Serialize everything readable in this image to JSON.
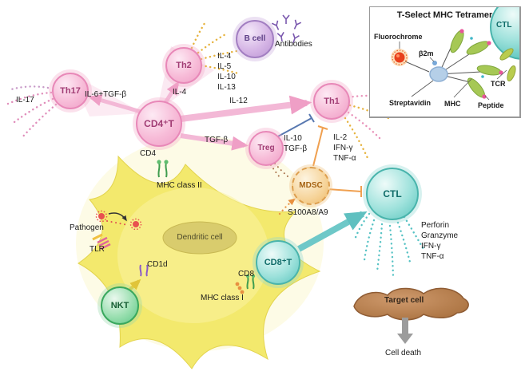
{
  "cells": {
    "b_cell": {
      "label": "B cell"
    },
    "th2": {
      "label": "Th2"
    },
    "th17": {
      "label": "Th17"
    },
    "cd4t": {
      "label": "CD4⁺T"
    },
    "th1": {
      "label": "Th1"
    },
    "treg": {
      "label": "Treg"
    },
    "mdsc": {
      "label": "MDSC"
    },
    "ctl": {
      "label": "CTL"
    },
    "cd8t": {
      "label": "CD8⁺T"
    },
    "nkt": {
      "label": "NKT"
    },
    "dendritic": {
      "label": "Dendritic cell"
    },
    "target": {
      "label": "Target cell"
    }
  },
  "labels": {
    "antibodies": "Antibodies",
    "il17": "IL-17",
    "il6_tgfb": "IL-6+TGF-β",
    "il4": "IL-4",
    "il12": "IL-12",
    "tgfb": "TGF-β",
    "cd4": "CD4",
    "mhc_class_ii": "MHC class II",
    "pathogen": "Pathogen",
    "tlr": "TLR",
    "cd1d": "CD1d",
    "cd8": "CD8",
    "mhc_class_i": "MHC class I",
    "s100a8_a9": "S100A8/A9",
    "cell_death": "Cell death"
  },
  "cytokines": {
    "th2_out": [
      "IL-4",
      "IL-5",
      "IL-10",
      "IL-13"
    ],
    "treg_out": [
      "IL-10",
      "TGF-β"
    ],
    "th1_out": [
      "IL-2",
      "IFN-γ",
      "TNF-α"
    ],
    "ctl_out": [
      "Perforin",
      "Granzyme",
      "IFN-γ",
      "TNF-α"
    ]
  },
  "inset": {
    "title": "T-Select MHC Tetramer",
    "fluorochrome": "Fluorochrome",
    "b2m": "β2m",
    "ctl": "CTL",
    "streptavidin": "Streptavidin",
    "mhc": "MHC",
    "tcr": "TCR",
    "peptide": "Peptide"
  },
  "colors": {
    "t_cell_pink": "#f4a9cc",
    "cytotoxic_teal": "#63c8c0",
    "nkt_green": "#5ec886",
    "b_cell_purple": "#bb94d4",
    "mdsc_orange": "#eeb96a",
    "dendritic_yellow": "#f3e96d",
    "target_brown": "#b07a50",
    "inhibit_orange": "#f0a050",
    "inhibit_blue": "#5878b0"
  }
}
